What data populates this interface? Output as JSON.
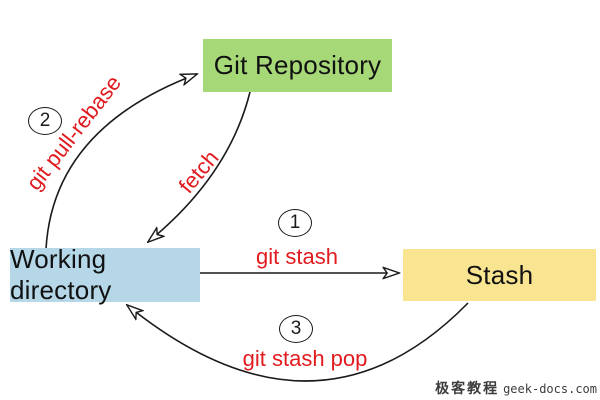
{
  "colors": {
    "background": "#ffffff",
    "line": "#1a1a1a",
    "accent_red": "#e11b1f",
    "box_repository": "#a6d877",
    "box_working": "#b5d7e8",
    "box_stash": "#f9e491",
    "watermark": "#3d3d3d"
  },
  "nodes": {
    "repository": {
      "label": "Git Repository"
    },
    "working": {
      "label": "Working directory"
    },
    "stash": {
      "label": "Stash"
    }
  },
  "edges": {
    "git_stash": {
      "step": "1",
      "label": "git stash",
      "from": "working",
      "to": "stash"
    },
    "pull_rebase": {
      "step": "2",
      "label": "git pull-rebase",
      "from": "working",
      "to": "repository"
    },
    "git_stash_pop": {
      "step": "3",
      "label": "git stash pop",
      "from": "stash",
      "to": "working"
    },
    "fetch": {
      "label": "fetch",
      "from": "repository",
      "to": "working"
    }
  },
  "watermark": {
    "cjk": "极客教程",
    "latin": "geek-docs.com"
  }
}
